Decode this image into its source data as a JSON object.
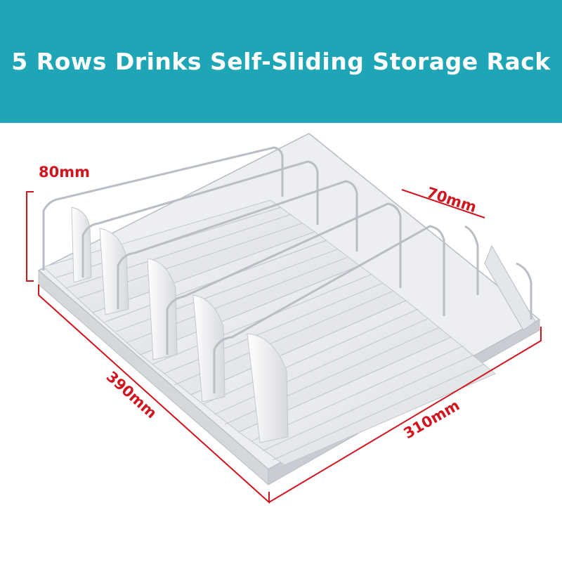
{
  "banner": {
    "title": "5 Rows Drinks Self-Sliding Storage Rack",
    "background_color": "#1ea5b6",
    "text_color": "#ffffff"
  },
  "dimensions": {
    "height": "80mm",
    "row_width": "70mm",
    "depth": "390mm",
    "width": "310mm",
    "color": "#d2141e"
  },
  "product": {
    "rows": 5,
    "color": "white"
  }
}
